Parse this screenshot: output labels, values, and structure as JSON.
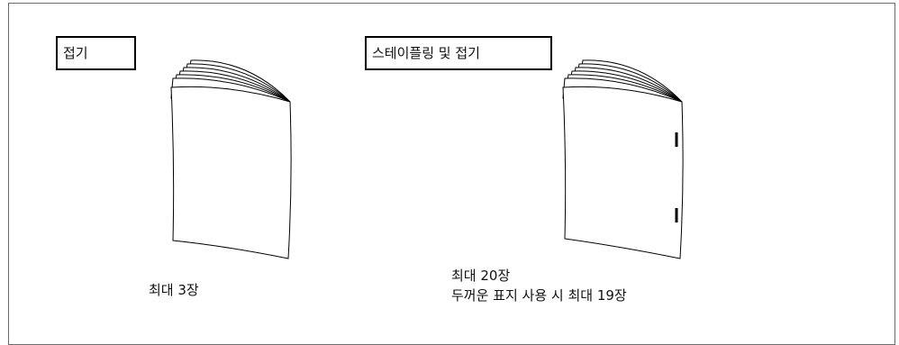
{
  "labels": {
    "fold": "접기",
    "staple_fold": "스테이플링 및 접기"
  },
  "captions": {
    "fold_max": "최대 3장",
    "staple_max": "최대 20장",
    "staple_thick_cover": "두꺼운 표지 사용 시 최대 19장"
  },
  "illustrations": {
    "fold_booklet": "folded-booklet",
    "staple_booklet": "stapled-folded-booklet",
    "staple_count": 2
  }
}
